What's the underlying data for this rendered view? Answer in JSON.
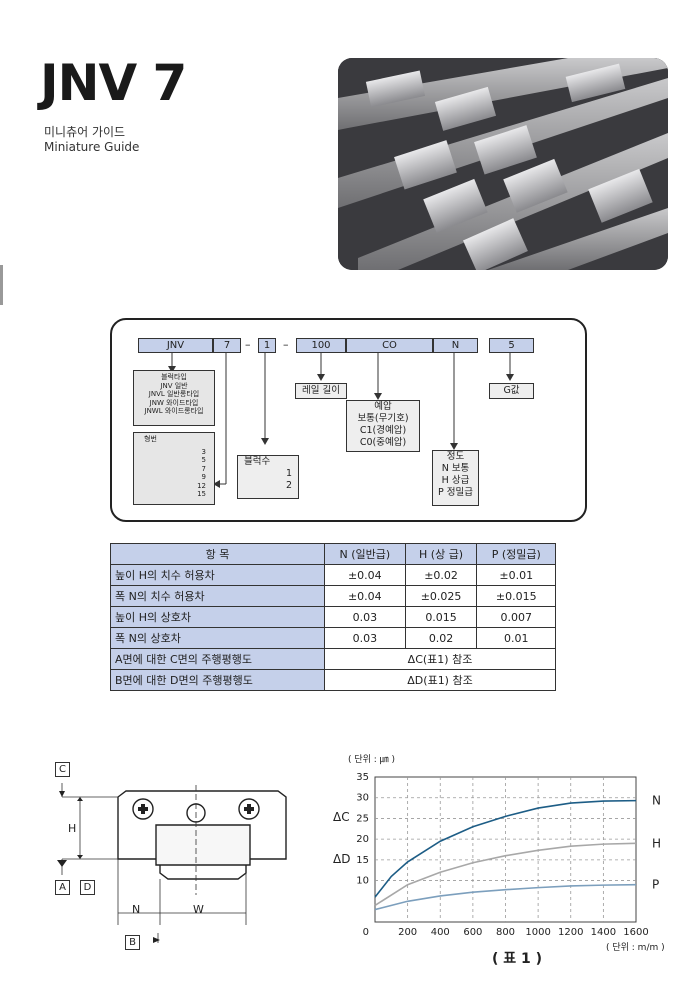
{
  "header": {
    "title": "JNV 7",
    "subtitle_ko": "미니츄어 가이드",
    "subtitle_en": "Miniature Guide"
  },
  "code": {
    "segments": [
      "JNV",
      "7",
      "1",
      "100",
      "CO",
      "N",
      "5"
    ],
    "dash": "–",
    "type_list": [
      "블럭타입",
      "JNV 일반",
      "JNVL 일반롱타입",
      "JNW 와이드타입",
      "JNWL 와이드롱타입"
    ],
    "size_header": "형번",
    "size_list": [
      "3",
      "5",
      "7",
      "9",
      "12",
      "15"
    ],
    "block_count_label": "블럭수",
    "block_count_values": [
      "1",
      "2"
    ],
    "rail_length_label": "레일 길이",
    "preload_lines": [
      "예압",
      "보통(무기호)",
      "C1(경예압)",
      "C0(중예압)"
    ],
    "accuracy_lines": [
      "정도",
      "N 보통",
      "H 상급",
      "P 정밀급"
    ],
    "g_value_label": "G값"
  },
  "table": {
    "headers": [
      "항  목",
      "N (일반급)",
      "H (상 급)",
      "P (정밀급)"
    ],
    "rows": [
      {
        "label": "높이 H의 치수 허용차",
        "values": [
          "±0.04",
          "±0.02",
          "±0.01"
        ]
      },
      {
        "label": "폭 N의 치수 허용차",
        "values": [
          "±0.04",
          "±0.025",
          "±0.015"
        ]
      },
      {
        "label": "높이 H의 상호차",
        "values": [
          "0.03",
          "0.015",
          "0.007"
        ]
      },
      {
        "label": "폭 N의 상호차",
        "values": [
          "0.03",
          "0.02",
          "0.01"
        ]
      }
    ],
    "merged_rows": [
      {
        "label": "A면에 대한 C면의 주행평행도",
        "value": "ΔC(표1) 참조"
      },
      {
        "label": "B면에 대한 D면의 주행평행도",
        "value": "ΔD(표1) 참조"
      }
    ]
  },
  "diagram": {
    "labels": {
      "C": "C",
      "H": "H",
      "A": "A",
      "D": "D",
      "N": "N",
      "W": "W",
      "B": "B"
    }
  },
  "chart_data": {
    "type": "line",
    "unit_y": "( 단위 : ㎛ )",
    "unit_x": "( 단위 : m/m )",
    "ylabels": [
      "ΔC",
      "ΔD"
    ],
    "caption": "( 표 1 )",
    "x_ticks": [
      "200",
      "400",
      "600",
      "800",
      "1000",
      "1200",
      "1400",
      "1600"
    ],
    "y_ticks": [
      "0",
      "10",
      "15",
      "20",
      "25",
      "30",
      "35"
    ],
    "xlim": [
      0,
      1600
    ],
    "ylim": [
      0,
      35
    ],
    "grid": true,
    "series": [
      {
        "name": "N",
        "color": "#1d5d86",
        "x": [
          0,
          100,
          200,
          400,
          600,
          800,
          1000,
          1200,
          1400,
          1600
        ],
        "y": [
          6,
          11,
          14.5,
          19.5,
          23,
          25.5,
          27.5,
          28.7,
          29.2,
          29.3
        ]
      },
      {
        "name": "H",
        "color": "#a8a8a8",
        "x": [
          0,
          200,
          400,
          600,
          800,
          1000,
          1200,
          1400,
          1600
        ],
        "y": [
          4,
          9,
          12,
          14.3,
          16,
          17.3,
          18.3,
          18.8,
          19
        ]
      },
      {
        "name": "P",
        "color": "#7c9fbd",
        "x": [
          0,
          200,
          400,
          600,
          800,
          1000,
          1200,
          1400,
          1600
        ],
        "y": [
          3,
          5,
          6.3,
          7.2,
          7.8,
          8.3,
          8.7,
          8.9,
          9
        ]
      }
    ]
  }
}
